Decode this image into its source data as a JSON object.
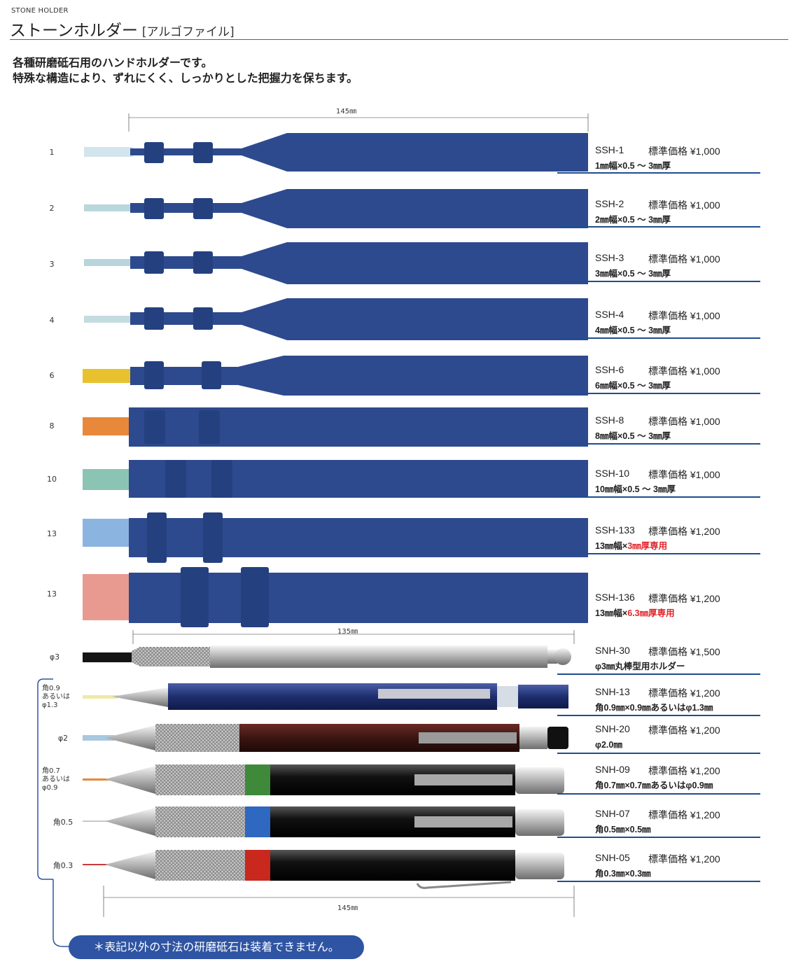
{
  "header": {
    "eyebrow": "STONE HOLDER",
    "title": "ストーンホルダー",
    "subtitle": "[アルゴファイル]"
  },
  "intro": {
    "line1": "各種研磨砥石用のハンドホルダーです。",
    "line2": "特殊な構造により、ずれにくく、しっかりとした把握力を保ちます。"
  },
  "dimensions": {
    "top": "145㎜",
    "middle": "135㎜",
    "bottom": "145㎜"
  },
  "row_labels": [
    "1",
    "2",
    "3",
    "4",
    "6",
    "8",
    "10",
    "13",
    "13",
    "φ3"
  ],
  "multi_labels": {
    "snh13": [
      "角0.9",
      "あるいは",
      "φ1.3"
    ],
    "snh20": "φ2",
    "snh09": [
      "角0.7",
      "あるいは",
      "φ0.9"
    ],
    "snh07": "角0.5",
    "snh05": "角0.3"
  },
  "products": [
    {
      "code": "SSH-1",
      "price": "標準価格 ¥1,000",
      "spec": "1㎜幅×0.5 ～ 3㎜厚",
      "spec_red": ""
    },
    {
      "code": "SSH-2",
      "price": "標準価格 ¥1,000",
      "spec": "2㎜幅×0.5 ～ 3㎜厚",
      "spec_red": ""
    },
    {
      "code": "SSH-3",
      "price": "標準価格 ¥1,000",
      "spec": "3㎜幅×0.5 ～ 3㎜厚",
      "spec_red": ""
    },
    {
      "code": "SSH-4",
      "price": "標準価格 ¥1,000",
      "spec": "4㎜幅×0.5 ～ 3㎜厚",
      "spec_red": ""
    },
    {
      "code": "SSH-6",
      "price": "標準価格 ¥1,000",
      "spec": "6㎜幅×0.5 ～ 3㎜厚",
      "spec_red": ""
    },
    {
      "code": "SSH-8",
      "price": "標準価格 ¥1,000",
      "spec": "8㎜幅×0.5 ～ 3㎜厚",
      "spec_red": ""
    },
    {
      "code": "SSH-10",
      "price": "標準価格 ¥1,000",
      "spec": "10㎜幅×0.5 ～ 3㎜厚",
      "spec_red": ""
    },
    {
      "code": "SSH-133",
      "price": "標準価格 ¥1,200",
      "spec": "13㎜幅×",
      "spec_red": "3㎜厚専用"
    },
    {
      "code": "SSH-136",
      "price": "標準価格 ¥1,200",
      "spec": "13㎜幅×",
      "spec_red": "6.3㎜厚専用"
    },
    {
      "code": "SNH-30",
      "price": "標準価格 ¥1,500",
      "spec": "φ3㎜丸棒型用ホルダー",
      "spec_red": ""
    },
    {
      "code": "SNH-13",
      "price": "標準価格 ¥1,200",
      "spec": "角0.9㎜×0.9㎜あるいはφ1.3㎜",
      "spec_red": ""
    },
    {
      "code": "SNH-20",
      "price": "標準価格 ¥1,200",
      "spec": "φ2.0㎜",
      "spec_red": ""
    },
    {
      "code": "SNH-09",
      "price": "標準価格 ¥1,200",
      "spec": "角0.7㎜×0.7㎜あるいはφ0.9㎜",
      "spec_red": ""
    },
    {
      "code": "SNH-07",
      "price": "標準価格 ¥1,200",
      "spec": "角0.5㎜×0.5㎜",
      "spec_red": ""
    },
    {
      "code": "SNH-05",
      "price": "標準価格 ¥1,200",
      "spec": "角0.3㎜×0.3㎜",
      "spec_red": ""
    }
  ],
  "note": "＊表記以外の寸法の研磨砥石は装着できません。",
  "colors": {
    "holder_blue": "#2e4a8e",
    "accent_red": "#b33a4a",
    "line_blue": "#1f4d8f",
    "stone_white": "#b9d4e0",
    "stone_yellow": "#e8c22e",
    "stone_orange": "#e8883a",
    "stone_green": "#8cc4b4",
    "stone_blue": "#8cb4e0",
    "stone_pink": "#e89a90"
  }
}
